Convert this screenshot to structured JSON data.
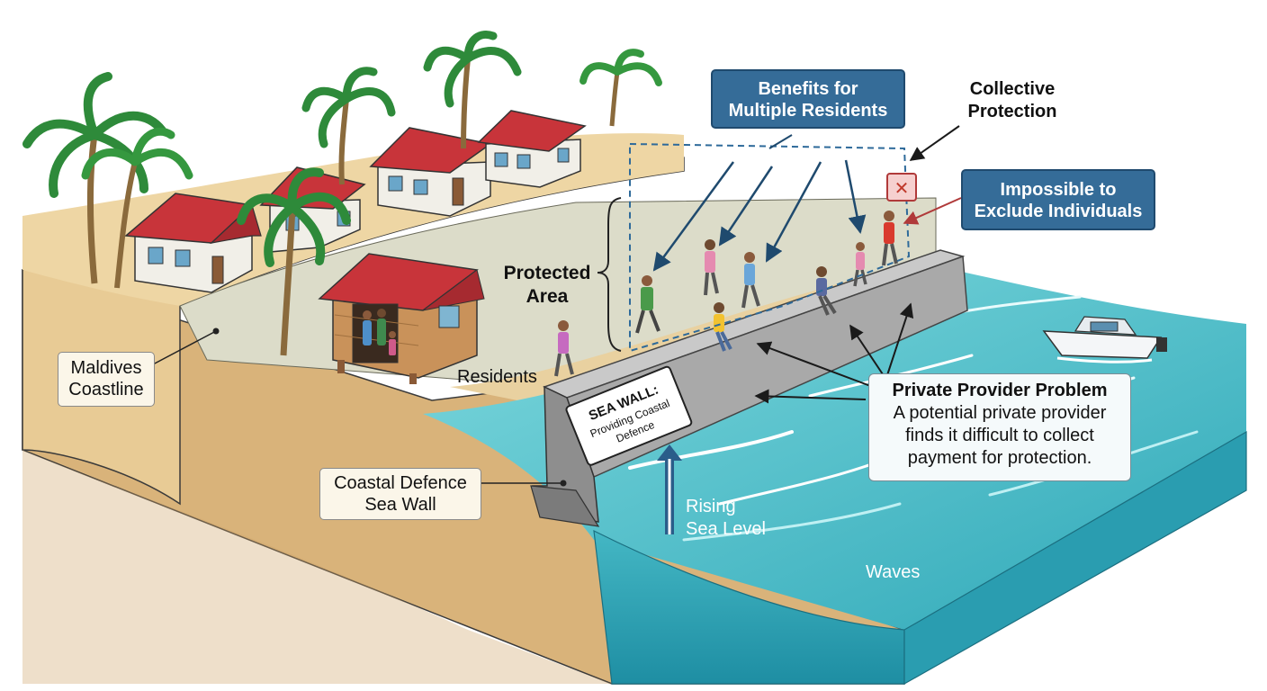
{
  "labels": {
    "benefits": [
      "Benefits for",
      "Multiple Residents"
    ],
    "collective": [
      "Collective",
      "Protection"
    ],
    "impossible": [
      "Impossible to",
      "Exclude Individuals"
    ],
    "protected_area": [
      "Protected",
      "Area"
    ],
    "maldives": [
      "Maldives",
      "Coastline"
    ],
    "residents": "Residents",
    "coastal_defence": [
      "Coastal Defence",
      "Sea Wall"
    ],
    "rising": [
      "Rising",
      "Sea Level"
    ],
    "waves": "Waves",
    "sign_title": "SEA WALL:",
    "sign_sub": [
      "Providing Coastal",
      "Defence"
    ],
    "private_title": "Private Provider Problem",
    "private_body": [
      "A potential private provider",
      "finds it difficult to collect",
      "payment for protection."
    ],
    "exclude_mark": "✕"
  },
  "colors": {
    "label_blue": "#356c98",
    "sea": "#3fb8c2",
    "sand": "#e6c48f",
    "roof": "#c8343a",
    "exclusion_red": "#c0392b"
  }
}
